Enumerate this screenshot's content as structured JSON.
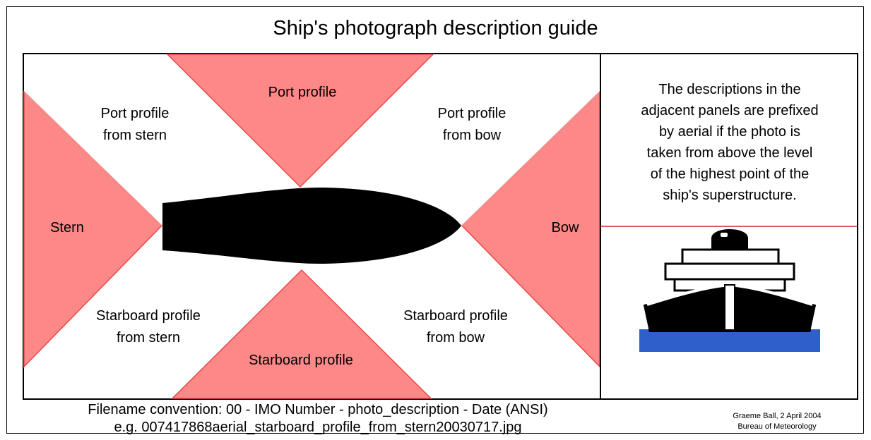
{
  "title": "Ship's photograph description guide",
  "regions": {
    "port_profile": "Port profile",
    "port_profile_from_stern": [
      "Port profile",
      "from stern"
    ],
    "port_profile_from_bow": [
      "Port profile",
      "from bow"
    ],
    "stern": "Stern",
    "bow": "Bow",
    "starboard_profile_from_stern": [
      "Starboard profile",
      "from stern"
    ],
    "starboard_profile_from_bow": [
      "Starboard profile",
      "from bow"
    ],
    "starboard_profile": "Starboard profile"
  },
  "aerial_note": [
    "The descriptions in the",
    "adjacent panels are prefixed",
    "by aerial if the photo is",
    "taken from above the level",
    "of the highest point of the",
    "ship's superstructure."
  ],
  "footer": {
    "convention": "Filename convention: 00 - IMO Number - photo_description - Date (ANSI)",
    "example": "e.g. 007417868aerial_starboard_profile_from_stern20030717.jpg"
  },
  "credit": {
    "author_date": "Graeme Ball, 2 April 2004",
    "organisation": "Bureau of Meteorology"
  },
  "colors": {
    "sector_fill": "#fc8888",
    "sector_edge": "#e84848",
    "hull": "#000000",
    "water": "#2e5fcb",
    "horizon_line": "#e02020"
  }
}
